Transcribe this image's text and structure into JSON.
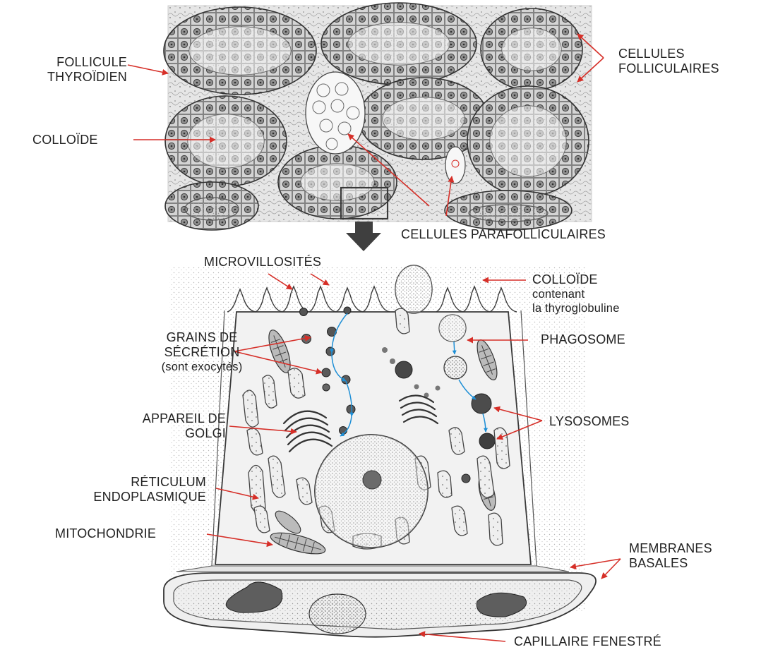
{
  "colors": {
    "arrow": "#d62f28",
    "pointer": "#1e8fd6",
    "ink": "#2b2b2b",
    "background": "#ffffff"
  },
  "icons": {
    "pointer_arrow": "down-arrow-icon"
  },
  "labels": {
    "follicule": [
      "FOLLICULE",
      "THYROÏDIEN"
    ],
    "colloide_top": "COLLOÏDE",
    "cellules_folliculaires": [
      "CELLULES",
      "FOLLICULAIRES"
    ],
    "cellules_parafolliculaires": "CELLULES PARAFOLLICULAIRES",
    "microvillosites": "MICROVILLOSITÉS",
    "colloide_cell": [
      "COLLOÏDE",
      "contenant",
      "la thyroglobuline"
    ],
    "grains": [
      "GRAINS DE",
      "SÉCRÉTION",
      "(sont exocytés)"
    ],
    "phagosome": "PHAGOSOME",
    "golgi": [
      "APPAREIL DE",
      "GOLGI"
    ],
    "lysosomes": "LYSOSOMES",
    "reticulum": [
      "RÉTICULUM",
      "ENDOPLASMIQUE"
    ],
    "mitochondrie": "MITOCHONDRIE",
    "membranes": [
      "MEMBRANES",
      "BASALES"
    ],
    "capillaire": "CAPILLAIRE FENESTRÉ"
  }
}
